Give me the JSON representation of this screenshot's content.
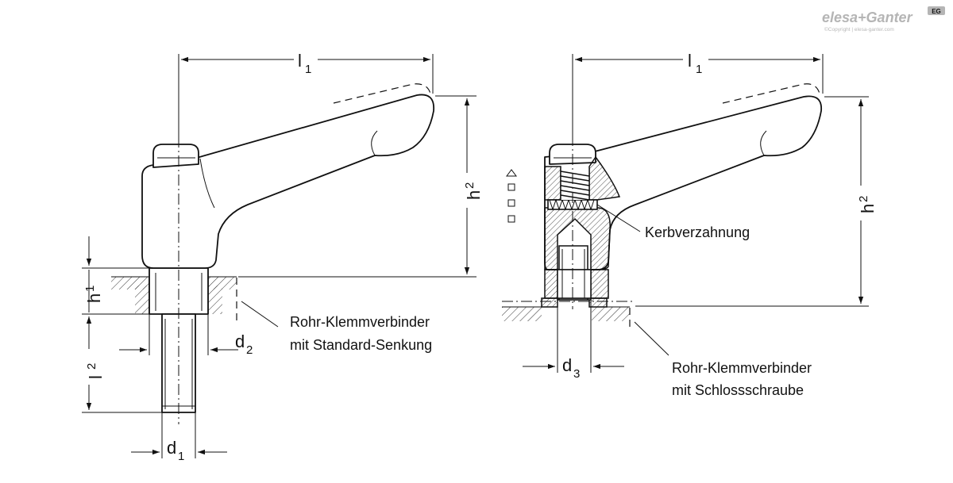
{
  "brand": {
    "logo_text": "elesa+Ganter",
    "badge": "EG",
    "copyright": "©Copyright | elesa-ganter.com"
  },
  "labels": {
    "l1_left": "l",
    "l1_left_sub": "1",
    "h2_left": "h",
    "h2_left_sub": "2",
    "h1": "h",
    "h1_sub": "1",
    "l2": "l",
    "l2_sub": "2",
    "d1": "d",
    "d1_sub": "1",
    "d2": "d",
    "d2_sub": "2",
    "l1_right": "l",
    "l1_right_sub": "1",
    "h2_right": "h",
    "h2_right_sub": "2",
    "d3": "d",
    "d3_sub": "3"
  },
  "callouts": {
    "left_line1": "Rohr-Klemmverbinder",
    "left_line2": "mit Standard-Senkung",
    "serration": "Kerbverzahnung",
    "right_line1": "Rohr-Klemmverbinder",
    "right_line2": "mit Schlossschraube"
  }
}
